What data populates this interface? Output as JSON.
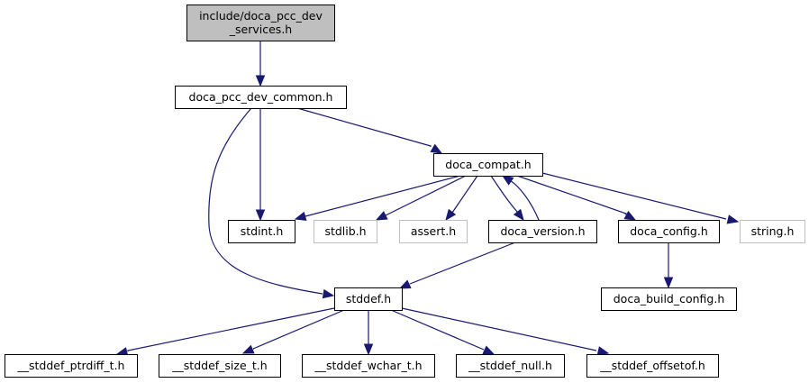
{
  "diagram": {
    "type": "include-dependency-graph",
    "edge_color": "#191970",
    "root_fill": "#bfbfbf",
    "external_border": "#bfbfbf",
    "nodes": [
      {
        "id": "services",
        "label_lines": [
          "include/doca_pcc_dev",
          "_services.h"
        ],
        "kind": "root"
      },
      {
        "id": "common",
        "label_lines": [
          "doca_pcc_dev_common.h"
        ],
        "kind": "documented"
      },
      {
        "id": "compat",
        "label_lines": [
          "doca_compat.h"
        ],
        "kind": "documented"
      },
      {
        "id": "stdint",
        "label_lines": [
          "stdint.h"
        ],
        "kind": "documented"
      },
      {
        "id": "stdlib",
        "label_lines": [
          "stdlib.h"
        ],
        "kind": "external"
      },
      {
        "id": "assert",
        "label_lines": [
          "assert.h"
        ],
        "kind": "external"
      },
      {
        "id": "version",
        "label_lines": [
          "doca_version.h"
        ],
        "kind": "documented"
      },
      {
        "id": "config",
        "label_lines": [
          "doca_config.h"
        ],
        "kind": "documented"
      },
      {
        "id": "string",
        "label_lines": [
          "string.h"
        ],
        "kind": "external"
      },
      {
        "id": "build_config",
        "label_lines": [
          "doca_build_config.h"
        ],
        "kind": "documented"
      },
      {
        "id": "stddef",
        "label_lines": [
          "stddef.h"
        ],
        "kind": "documented"
      },
      {
        "id": "ptrdiff",
        "label_lines": [
          "__stddef_ptrdiff_t.h"
        ],
        "kind": "documented"
      },
      {
        "id": "size_t",
        "label_lines": [
          "__stddef_size_t.h"
        ],
        "kind": "documented"
      },
      {
        "id": "wchar_t",
        "label_lines": [
          "__stddef_wchar_t.h"
        ],
        "kind": "documented"
      },
      {
        "id": "null",
        "label_lines": [
          "__stddef_null.h"
        ],
        "kind": "documented"
      },
      {
        "id": "offsetof",
        "label_lines": [
          "__stddef_offsetof.h"
        ],
        "kind": "documented"
      }
    ],
    "edges": [
      {
        "from": "services",
        "to": "common"
      },
      {
        "from": "common",
        "to": "compat"
      },
      {
        "from": "common",
        "to": "stdint"
      },
      {
        "from": "common",
        "to": "stddef"
      },
      {
        "from": "compat",
        "to": "stdint"
      },
      {
        "from": "compat",
        "to": "stdlib"
      },
      {
        "from": "compat",
        "to": "assert"
      },
      {
        "from": "compat",
        "to": "version"
      },
      {
        "from": "compat",
        "to": "config"
      },
      {
        "from": "compat",
        "to": "string"
      },
      {
        "from": "version",
        "to": "compat"
      },
      {
        "from": "version",
        "to": "stddef"
      },
      {
        "from": "config",
        "to": "build_config"
      },
      {
        "from": "stddef",
        "to": "ptrdiff"
      },
      {
        "from": "stddef",
        "to": "size_t"
      },
      {
        "from": "stddef",
        "to": "wchar_t"
      },
      {
        "from": "stddef",
        "to": "null"
      },
      {
        "from": "stddef",
        "to": "offsetof"
      }
    ]
  }
}
